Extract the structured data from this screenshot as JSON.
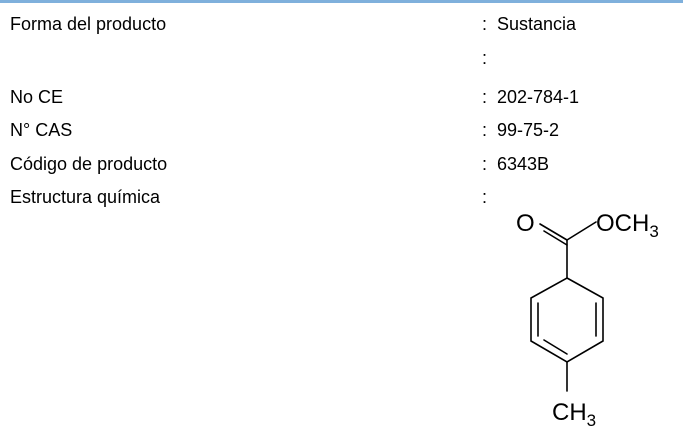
{
  "rows": [
    {
      "label": "Forma del producto",
      "colon": ":",
      "value": "Sustancia"
    },
    {
      "label": "",
      "colon": ":",
      "value": ""
    },
    {
      "label": "No CE",
      "colon": ":",
      "value": "202-784-1"
    },
    {
      "label": "N° CAS",
      "colon": ":",
      "value": "99-75-2"
    },
    {
      "label": "Código de producto",
      "colon": ":",
      "value": "6343B"
    },
    {
      "label": "Estructura química",
      "colon": ":",
      "value": ""
    }
  ],
  "structure": {
    "carbonyl_o": "O",
    "ester_o": "OCH",
    "ester_sub": "3",
    "methyl_c": "CH",
    "methyl_sub": "3"
  },
  "colors": {
    "rule": "#7fb0dc",
    "text": "#000000"
  }
}
